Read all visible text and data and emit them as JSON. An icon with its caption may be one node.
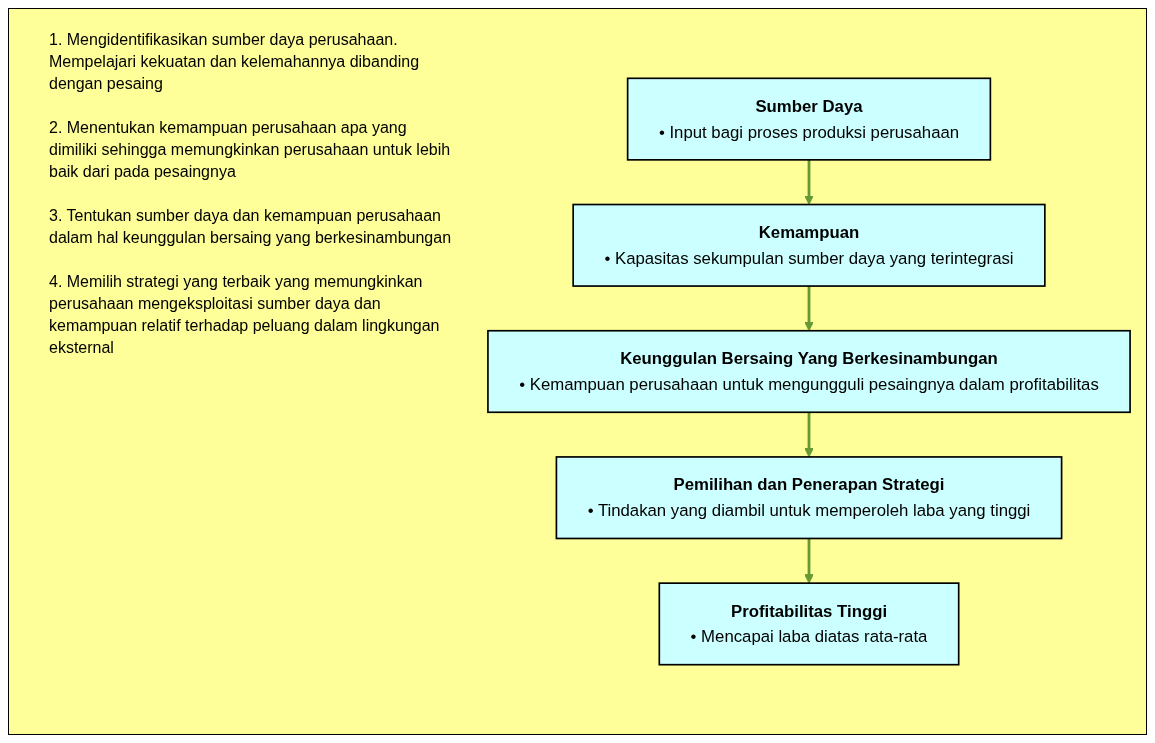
{
  "diagram": {
    "nodes": [
      {
        "text": [
          "Sumber Daya",
          "• Input bagi proses produksi perusahaan"
        ]
      },
      {
        "text": [
          "Kemampuan",
          "• Kapasitas sekumpulan sumber daya yang terintegrasi"
        ]
      },
      {
        "text": [
          "Keunggulan Bersaing Yang Berkesinambungan",
          "• Kemampuan perusahaan untuk mengungguli pesaingnya dalam profitabilitas"
        ]
      },
      {
        "text": [
          "Pemilihan dan Penerapan Strategi",
          "• Tindakan yang diambil untuk memperoleh laba yang tinggi"
        ]
      },
      {
        "text": [
          "Profitabilitas Tinggi",
          "• Mencapai laba diatas rata-rata"
        ]
      }
    ],
    "edges": [
      {
        "from": 0,
        "to": 1,
        "arrow": "to"
      },
      {
        "from": 1,
        "to": 2,
        "arrow": "to"
      },
      {
        "from": 2,
        "to": 3,
        "arrow": "to"
      },
      {
        "from": 3,
        "to": 4,
        "arrow": "to"
      }
    ],
    "labels": [
      "1. Mengidentifikasikan sumber daya perusahaan. Mempelajari kekuatan dan kelemahannya dibanding dengan pesaing",
      "2. Menentukan kemampuan perusahaan apa yang dimiliki sehingga memungkinkan perusahaan untuk lebih baik dari pada pesaingnya",
      "3. Tentukan sumber daya dan kemampuan perusahaan dalam hal keunggulan bersaing yang berkesinambungan",
      "4. Memilih strategi yang terbaik yang memungkinkan perusahaan mengeksploitasi sumber daya dan kemampuan relatif terhadap peluang dalam lingkungan eksternal"
    ]
  }
}
